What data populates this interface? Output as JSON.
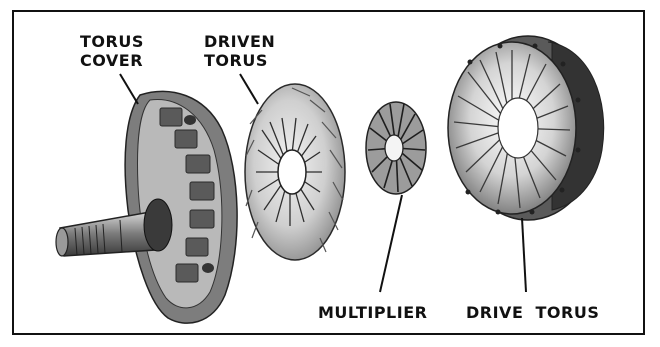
{
  "labels": {
    "torus_cover": [
      "TORUS",
      "COVER"
    ],
    "driven_torus": [
      "DRIVEN",
      "TORUS"
    ],
    "multiplier": "MULTIPLIER",
    "drive_torus": "DRIVE  TORUS"
  },
  "colors": {
    "ink": "#111111",
    "metal_light": "#e6e6e6",
    "metal_mid": "#a8a8a8",
    "metal_dark": "#4a4a4a",
    "background": "#ffffff"
  }
}
